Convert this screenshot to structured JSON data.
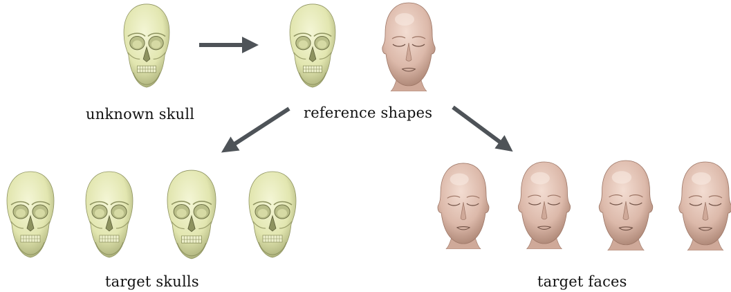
{
  "labels": {
    "unknown_skull": "unknown skull",
    "reference_shapes": "reference shapes",
    "target_skulls": "target skulls",
    "target_faces": "target faces"
  },
  "colors": {
    "skull_fill": "#e2e6b0",
    "skull_shadow": "#a3a872",
    "skull_dark": "#5b5e38",
    "face_fill": "#dcb9aa",
    "face_shadow": "#a7806f",
    "face_dark": "#6d4e42",
    "arrow": "#4e5358"
  },
  "icons": {
    "skull": "skull-3d-render",
    "face": "face-3d-render",
    "arrow": "arrow"
  },
  "counts": {
    "target_skulls": 4,
    "target_faces": 4
  }
}
